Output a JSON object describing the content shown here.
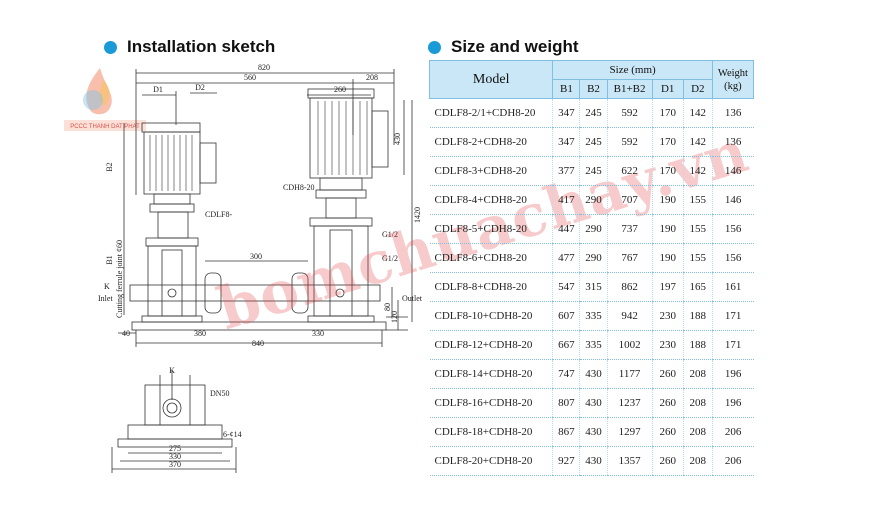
{
  "left_section": {
    "title": "Installation sketch"
  },
  "right_section": {
    "title": "Size and weight"
  },
  "sketch": {
    "dims": {
      "total_width": "820",
      "width_560": "560",
      "width_208": "208",
      "width_260": "260",
      "d1": "D1",
      "d2": "D2",
      "height_430": "430",
      "height_1420": "1420",
      "b2": "B2",
      "b1": "B1",
      "ferrule": "Cutting ferrule joint ¢60",
      "cdlf": "CDLF8-",
      "cdh": "CDH8-20",
      "g1": "G1/2",
      "g2": "G1/2",
      "width_300": "300",
      "k": "K",
      "inlet": "Inlet",
      "outlet": "Outlet",
      "h_80": "80",
      "h_120": "120",
      "w_40": "40",
      "w_380": "380",
      "w_330": "330",
      "w_840": "840",
      "k2": "K",
      "dn50": "DN50",
      "bolt": "6-¢14",
      "w_275": "275",
      "w_330b": "330",
      "w_370": "370"
    }
  },
  "logo": {
    "text": "PCCC THANH DAT PHAT"
  },
  "watermark": {
    "text": "bomchuachay.vn"
  },
  "table": {
    "headers": {
      "model": "Model",
      "size": "Size (mm)",
      "weight": "Weight",
      "weight_unit": "(kg)",
      "b1": "B1",
      "b2": "B2",
      "b1b2": "B1+B2",
      "d1": "D1",
      "d2": "D2"
    },
    "rows": [
      {
        "model": "CDLF8-2/1+CDH8-20",
        "b1": "347",
        "b2": "245",
        "b1b2": "592",
        "d1": "170",
        "d2": "142",
        "weight": "136"
      },
      {
        "model": "CDLF8-2+CDH8-20",
        "b1": "347",
        "b2": "245",
        "b1b2": "592",
        "d1": "170",
        "d2": "142",
        "weight": "136"
      },
      {
        "model": "CDLF8-3+CDH8-20",
        "b1": "377",
        "b2": "245",
        "b1b2": "622",
        "d1": "170",
        "d2": "142",
        "weight": "146"
      },
      {
        "model": "CDLF8-4+CDH8-20",
        "b1": "417",
        "b2": "290",
        "b1b2": "707",
        "d1": "190",
        "d2": "155",
        "weight": "146"
      },
      {
        "model": "CDLF8-5+CDH8-20",
        "b1": "447",
        "b2": "290",
        "b1b2": "737",
        "d1": "190",
        "d2": "155",
        "weight": "156"
      },
      {
        "model": "CDLF8-6+CDH8-20",
        "b1": "477",
        "b2": "290",
        "b1b2": "767",
        "d1": "190",
        "d2": "155",
        "weight": "156"
      },
      {
        "model": "CDLF8-8+CDH8-20",
        "b1": "547",
        "b2": "315",
        "b1b2": "862",
        "d1": "197",
        "d2": "165",
        "weight": "161"
      },
      {
        "model": "CDLF8-10+CDH8-20",
        "b1": "607",
        "b2": "335",
        "b1b2": "942",
        "d1": "230",
        "d2": "188",
        "weight": "171"
      },
      {
        "model": "CDLF8-12+CDH8-20",
        "b1": "667",
        "b2": "335",
        "b1b2": "1002",
        "d1": "230",
        "d2": "188",
        "weight": "171"
      },
      {
        "model": "CDLF8-14+CDH8-20",
        "b1": "747",
        "b2": "430",
        "b1b2": "1177",
        "d1": "260",
        "d2": "208",
        "weight": "196"
      },
      {
        "model": "CDLF8-16+CDH8-20",
        "b1": "807",
        "b2": "430",
        "b1b2": "1237",
        "d1": "260",
        "d2": "208",
        "weight": "196"
      },
      {
        "model": "CDLF8-18+CDH8-20",
        "b1": "867",
        "b2": "430",
        "b1b2": "1297",
        "d1": "260",
        "d2": "208",
        "weight": "206"
      },
      {
        "model": "CDLF8-20+CDH8-20",
        "b1": "927",
        "b2": "430",
        "b1b2": "1357",
        "d1": "260",
        "d2": "208",
        "weight": "206"
      }
    ]
  },
  "colors": {
    "accent": "#1a9bd7",
    "table_header": "#c9e7f6",
    "table_border": "#7fbfdf",
    "watermark": "#e14646"
  }
}
